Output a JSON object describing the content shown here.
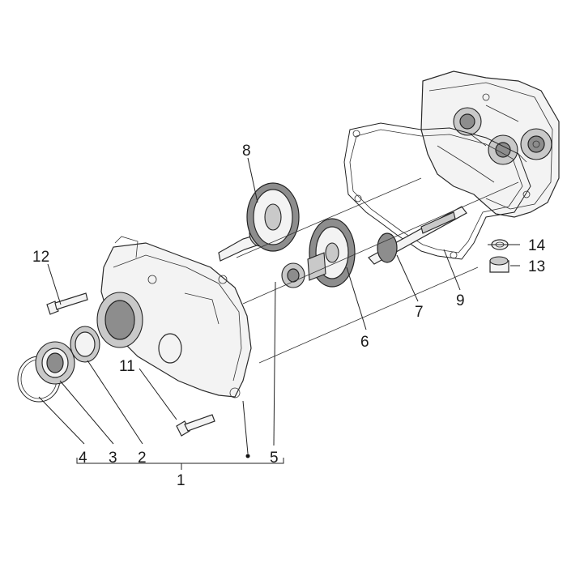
{
  "callouts": [
    {
      "id": "c1",
      "text": "1"
    },
    {
      "id": "c2",
      "text": "2"
    },
    {
      "id": "c3",
      "text": "3"
    },
    {
      "id": "c4",
      "text": "4"
    },
    {
      "id": "c5",
      "text": "5"
    },
    {
      "id": "c6",
      "text": "6"
    },
    {
      "id": "c7",
      "text": "7"
    },
    {
      "id": "c8",
      "text": "8"
    },
    {
      "id": "c9",
      "text": "9"
    },
    {
      "id": "c11",
      "text": "11"
    },
    {
      "id": "c12",
      "text": "12"
    },
    {
      "id": "c13",
      "text": "13"
    },
    {
      "id": "c14",
      "text": "14"
    }
  ]
}
